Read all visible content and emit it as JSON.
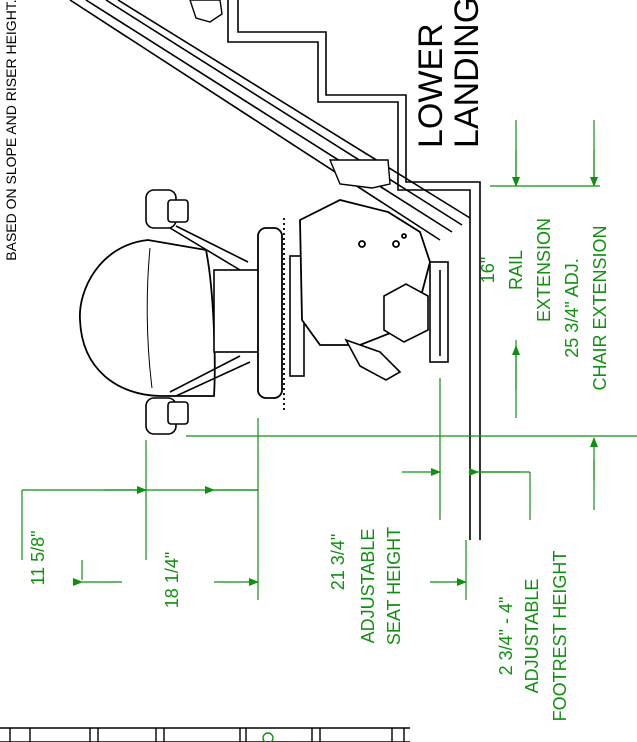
{
  "colors": {
    "line": "#000000",
    "dimension": "#109010",
    "background": "#ffffff"
  },
  "notes": {
    "top_left": "BASED ON SLOPE AND RISER HEIGHT."
  },
  "landing": {
    "line1": "LOWER",
    "line2": "LANDING"
  },
  "dimensions": {
    "upper_offset": "11 5/8\"",
    "side_offset": "18 1/4\"",
    "seat_height": {
      "line1": "21 3/4\"",
      "line2": "ADJUSTABLE",
      "line3": "SEAT HEIGHT"
    },
    "footrest_height": {
      "line1": "2 3/4\" - 4\"",
      "line2": "ADJUSTABLE",
      "line3": "FOOTREST HEIGHT"
    },
    "rail_extension": {
      "line1": "16\"",
      "line2": "RAIL",
      "line3": "EXTENSION"
    },
    "chair_extension": {
      "line1": "25 3/4\" ADJ.",
      "line2": "CHAIR EXTENSION"
    }
  }
}
